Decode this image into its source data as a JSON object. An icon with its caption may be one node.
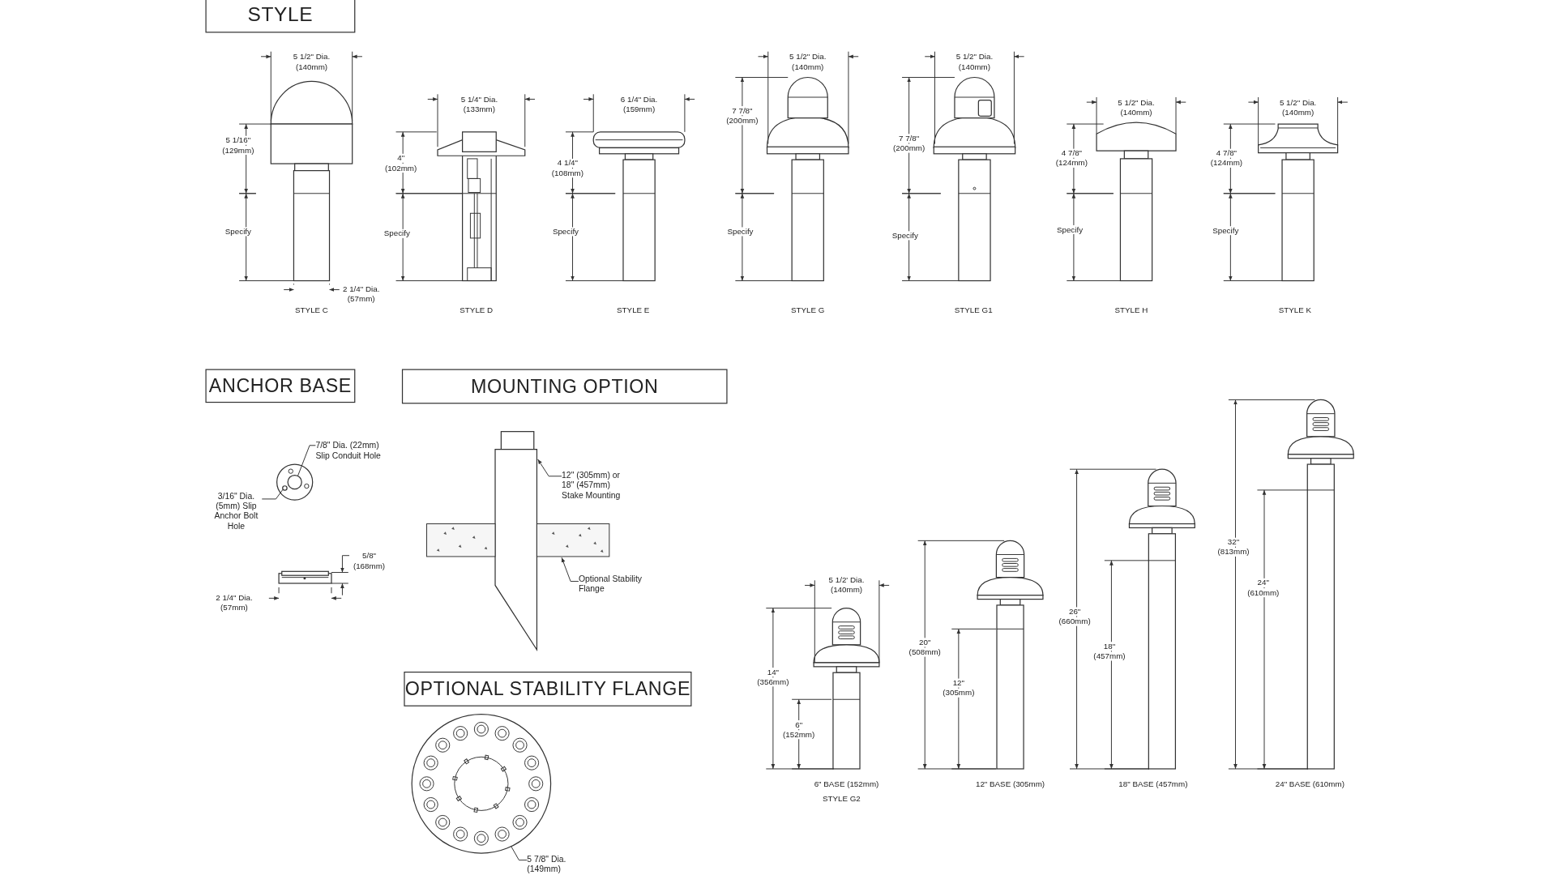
{
  "diagram": {
    "nodes": [
      {
        "text": [
          "STYLE"
        ]
      },
      {
        "text": [
          "ANCHOR BASE"
        ]
      },
      {
        "text": [
          "MOUNTING OPTION"
        ]
      },
      {
        "text": [
          "7/8\" Dia. (22mm) Slip Conduit Hole"
        ]
      },
      {
        "text": [],
        "shape": "circle"
      },
      {
        "text": [
          "3/16\" Dia. (5mm) Slip Anchor Bolt Hole"
        ]
      },
      {
        "text": [],
        "shape": "circle"
      },
      {
        "text": [
          "12\" (305mm) or 18\" (457mm) Stake Mounting"
        ]
      },
      {
        "text": [],
        "shape": "box"
      },
      {
        "text": [
          "Optional Stability Flange"
        ]
      },
      {
        "text": [],
        "shape": "picture"
      },
      {
        "text": [
          "OPTIONAL STABILITY FLANGE"
        ]
      },
      {
        "text": [],
        "shape": "circle"
      },
      {
        "text": [
          "5 7/8\" Dia. (149mm)"
        ]
      }
    ],
    "edges": [
      {
        "from": 3,
        "to": 4,
        "arrow": "none"
      },
      {
        "from": 5,
        "to": 6,
        "arrow": "none"
      },
      {
        "from": 7,
        "to": 8,
        "arrow": "to"
      },
      {
        "from": 9,
        "to": 10,
        "arrow": "to"
      },
      {
        "from": 13,
        "to": 12,
        "arrow": "none"
      }
    ],
    "labels": [
      "5 1/2\" Dia. (140mm)",
      "5 1/16\" (129mm)",
      "Specify",
      "2 1/4\" Dia. (57mm)",
      "STYLE C",
      "5 1/4\" Dia. (133mm)",
      "4\" (102mm)",
      "Specify",
      "STYLE D",
      "6 1/4\" Dia. (159mm)",
      "4 1/4\" (108mm)",
      "Specify",
      "STYLE E",
      "5 1/2\" Dia. (140mm)",
      "7 7/8\" (200mm)",
      "Specify",
      "STYLE G",
      "5 1/2\" Dia. (140mm)",
      "7 7/8\" (200mm)",
      "Specify",
      "STYLE G1",
      "5 1/2\" Dia. (140mm)",
      "4 7/8\" (124mm)",
      "Specify",
      "STYLE H",
      "5 1/2\" Dia. (140mm)",
      "4 7/8\" (124mm)",
      "Specify",
      "STYLE K",
      "5/8\" (168mm)",
      "2 1/4\" Dia. (57mm)",
      "5 1/2' Dia. (140mm)",
      "14\" (356mm)",
      "6\" (152mm)",
      "6\" BASE (152mm)",
      "STYLE G2",
      "20\" (508mm)",
      "12\" (305mm)",
      "12\" BASE (305mm)",
      "26\" (660mm)",
      "18\" (457mm)",
      "18\" BASE (457mm)",
      "32\" (813mm)",
      "24\" (610mm)",
      "24\" BASE (610mm)"
    ]
  }
}
